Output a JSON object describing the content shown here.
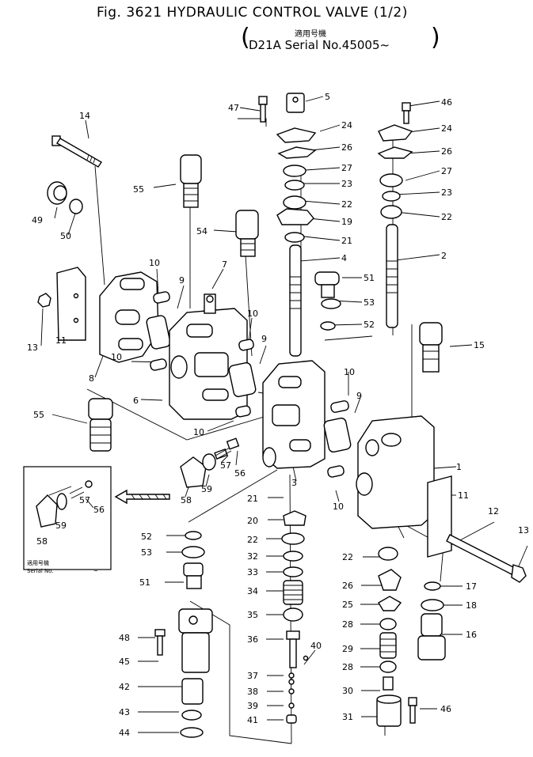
{
  "title": "Fig. 3621 HYDRAULIC CONTROL VALVE (1/2)",
  "subtitle_jp": "適用号機",
  "subtitle_serial": "D21A Serial No.45005~",
  "inset": {
    "jp": "適用号機",
    "serial": "Serial No.",
    "tilde": "~"
  },
  "labels": [
    {
      "id": "47",
      "t": "47"
    },
    {
      "id": "5",
      "t": "5"
    },
    {
      "id": "46a",
      "t": "46"
    },
    {
      "id": "24a",
      "t": "24"
    },
    {
      "id": "24b",
      "t": "24"
    },
    {
      "id": "14",
      "t": "14"
    },
    {
      "id": "26a",
      "t": "26"
    },
    {
      "id": "26b",
      "t": "26"
    },
    {
      "id": "27a",
      "t": "27"
    },
    {
      "id": "27b",
      "t": "27"
    },
    {
      "id": "55a",
      "t": "55"
    },
    {
      "id": "23a",
      "t": "23"
    },
    {
      "id": "23b",
      "t": "23"
    },
    {
      "id": "22a",
      "t": "22"
    },
    {
      "id": "22b",
      "t": "22"
    },
    {
      "id": "49",
      "t": "49"
    },
    {
      "id": "19",
      "t": "19"
    },
    {
      "id": "50",
      "t": "50"
    },
    {
      "id": "54",
      "t": "54"
    },
    {
      "id": "21a",
      "t": "21"
    },
    {
      "id": "4",
      "t": "4"
    },
    {
      "id": "2",
      "t": "2"
    },
    {
      "id": "7",
      "t": "7"
    },
    {
      "id": "10a",
      "t": "10"
    },
    {
      "id": "9a",
      "t": "9"
    },
    {
      "id": "51a",
      "t": "51"
    },
    {
      "id": "53a",
      "t": "53"
    },
    {
      "id": "52a",
      "t": "52"
    },
    {
      "id": "13a",
      "t": "13"
    },
    {
      "id": "11a",
      "t": "11"
    },
    {
      "id": "10b",
      "t": "10"
    },
    {
      "id": "9b",
      "t": "9"
    },
    {
      "id": "15",
      "t": "15"
    },
    {
      "id": "10c",
      "t": "10"
    },
    {
      "id": "8",
      "t": "8"
    },
    {
      "id": "6",
      "t": "6"
    },
    {
      "id": "10d",
      "t": "10"
    },
    {
      "id": "9c",
      "t": "9"
    },
    {
      "id": "55b",
      "t": "55"
    },
    {
      "id": "10e",
      "t": "10"
    },
    {
      "id": "57a",
      "t": "57"
    },
    {
      "id": "56a",
      "t": "56"
    },
    {
      "id": "3",
      "t": "3"
    },
    {
      "id": "1",
      "t": "1"
    },
    {
      "id": "11b",
      "t": "11"
    },
    {
      "id": "58a",
      "t": "58"
    },
    {
      "id": "59a",
      "t": "59"
    },
    {
      "id": "10f",
      "t": "10"
    },
    {
      "id": "57b",
      "t": "57"
    },
    {
      "id": "56b",
      "t": "56"
    },
    {
      "id": "21b",
      "t": "21"
    },
    {
      "id": "12",
      "t": "12"
    },
    {
      "id": "59b",
      "t": "59"
    },
    {
      "id": "58b",
      "t": "58"
    },
    {
      "id": "20",
      "t": "20"
    },
    {
      "id": "52b",
      "t": "52"
    },
    {
      "id": "13b",
      "t": "13"
    },
    {
      "id": "22c",
      "t": "22"
    },
    {
      "id": "53b",
      "t": "53"
    },
    {
      "id": "32",
      "t": "32"
    },
    {
      "id": "22d",
      "t": "22"
    },
    {
      "id": "33",
      "t": "33"
    },
    {
      "id": "51b",
      "t": "51"
    },
    {
      "id": "26c",
      "t": "26"
    },
    {
      "id": "17",
      "t": "17"
    },
    {
      "id": "34",
      "t": "34"
    },
    {
      "id": "25",
      "t": "25"
    },
    {
      "id": "18",
      "t": "18"
    },
    {
      "id": "35",
      "t": "35"
    },
    {
      "id": "28a",
      "t": "28"
    },
    {
      "id": "16",
      "t": "16"
    },
    {
      "id": "48",
      "t": "48"
    },
    {
      "id": "36",
      "t": "36"
    },
    {
      "id": "29",
      "t": "29"
    },
    {
      "id": "45",
      "t": "45"
    },
    {
      "id": "40",
      "t": "40"
    },
    {
      "id": "28b",
      "t": "28"
    },
    {
      "id": "37",
      "t": "37"
    },
    {
      "id": "42",
      "t": "42"
    },
    {
      "id": "38",
      "t": "38"
    },
    {
      "id": "30",
      "t": "30"
    },
    {
      "id": "39",
      "t": "39"
    },
    {
      "id": "46b",
      "t": "46"
    },
    {
      "id": "43",
      "t": "43"
    },
    {
      "id": "31",
      "t": "31"
    },
    {
      "id": "41",
      "t": "41"
    },
    {
      "id": "44",
      "t": "44"
    }
  ]
}
